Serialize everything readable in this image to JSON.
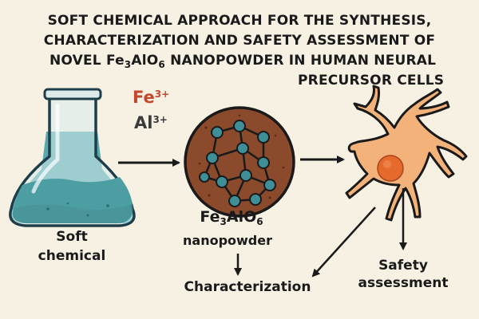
{
  "title": {
    "line1": "SOFT CHEMICAL APPROACH FOR THE SYNTHESIS,",
    "line2": "CHARACTERIZATION AND SAFETY ASSESSMENT OF",
    "line3_pre": "NOVEL Fe",
    "line3_sub1": "3",
    "line3_mid": "AlO",
    "line3_sub2": "6",
    "line3_post": " NANOPOWDER IN HUMAN NEURAL",
    "line4": "PRECURSOR CELLS"
  },
  "ions": {
    "fe": "Fe",
    "fe_charge": "3+",
    "al": "Al",
    "al_charge": "3+"
  },
  "flask_label": {
    "line1": "Soft",
    "line2": "chemical"
  },
  "nanopowder": {
    "formula_pre": "Fe",
    "formula_sub1": "3",
    "formula_mid": "AlO",
    "formula_sub2": "6",
    "label": "nanopowder"
  },
  "characterization_label": "Characterization",
  "safety_label": {
    "line1": "Safety",
    "line2": "assessment"
  },
  "colors": {
    "background": "#f7f1e4",
    "fe_ion": "#c4472d",
    "liquid": "#4f9fa4",
    "particle": "#8b4a2b",
    "node": "#3f8f99",
    "neuron": "#f2b27a",
    "nucleus": "#e56a2c"
  }
}
